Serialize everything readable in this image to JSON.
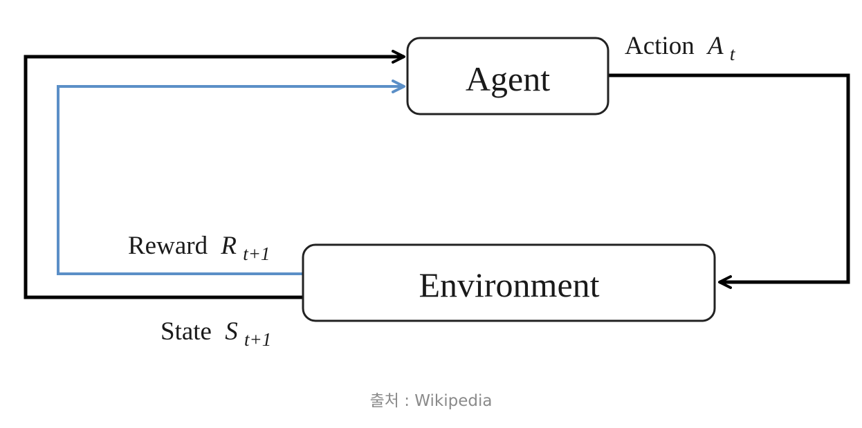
{
  "diagram": {
    "nodes": {
      "agent": {
        "label": "Agent"
      },
      "environment": {
        "label": "Environment"
      }
    },
    "edges": {
      "action": {
        "label": "Action",
        "symbol": "A",
        "subscript": "t"
      },
      "reward": {
        "label": "Reward",
        "symbol": "R",
        "subscript": "t+1"
      },
      "state": {
        "label": "State",
        "symbol": "S",
        "subscript": "t+1"
      }
    },
    "colors": {
      "primary_line": "#000000",
      "reward_line": "#5b8fc7",
      "node_border": "#222222"
    }
  },
  "caption": {
    "prefix": "출처",
    "separator": " : ",
    "source": "Wikipedia"
  }
}
